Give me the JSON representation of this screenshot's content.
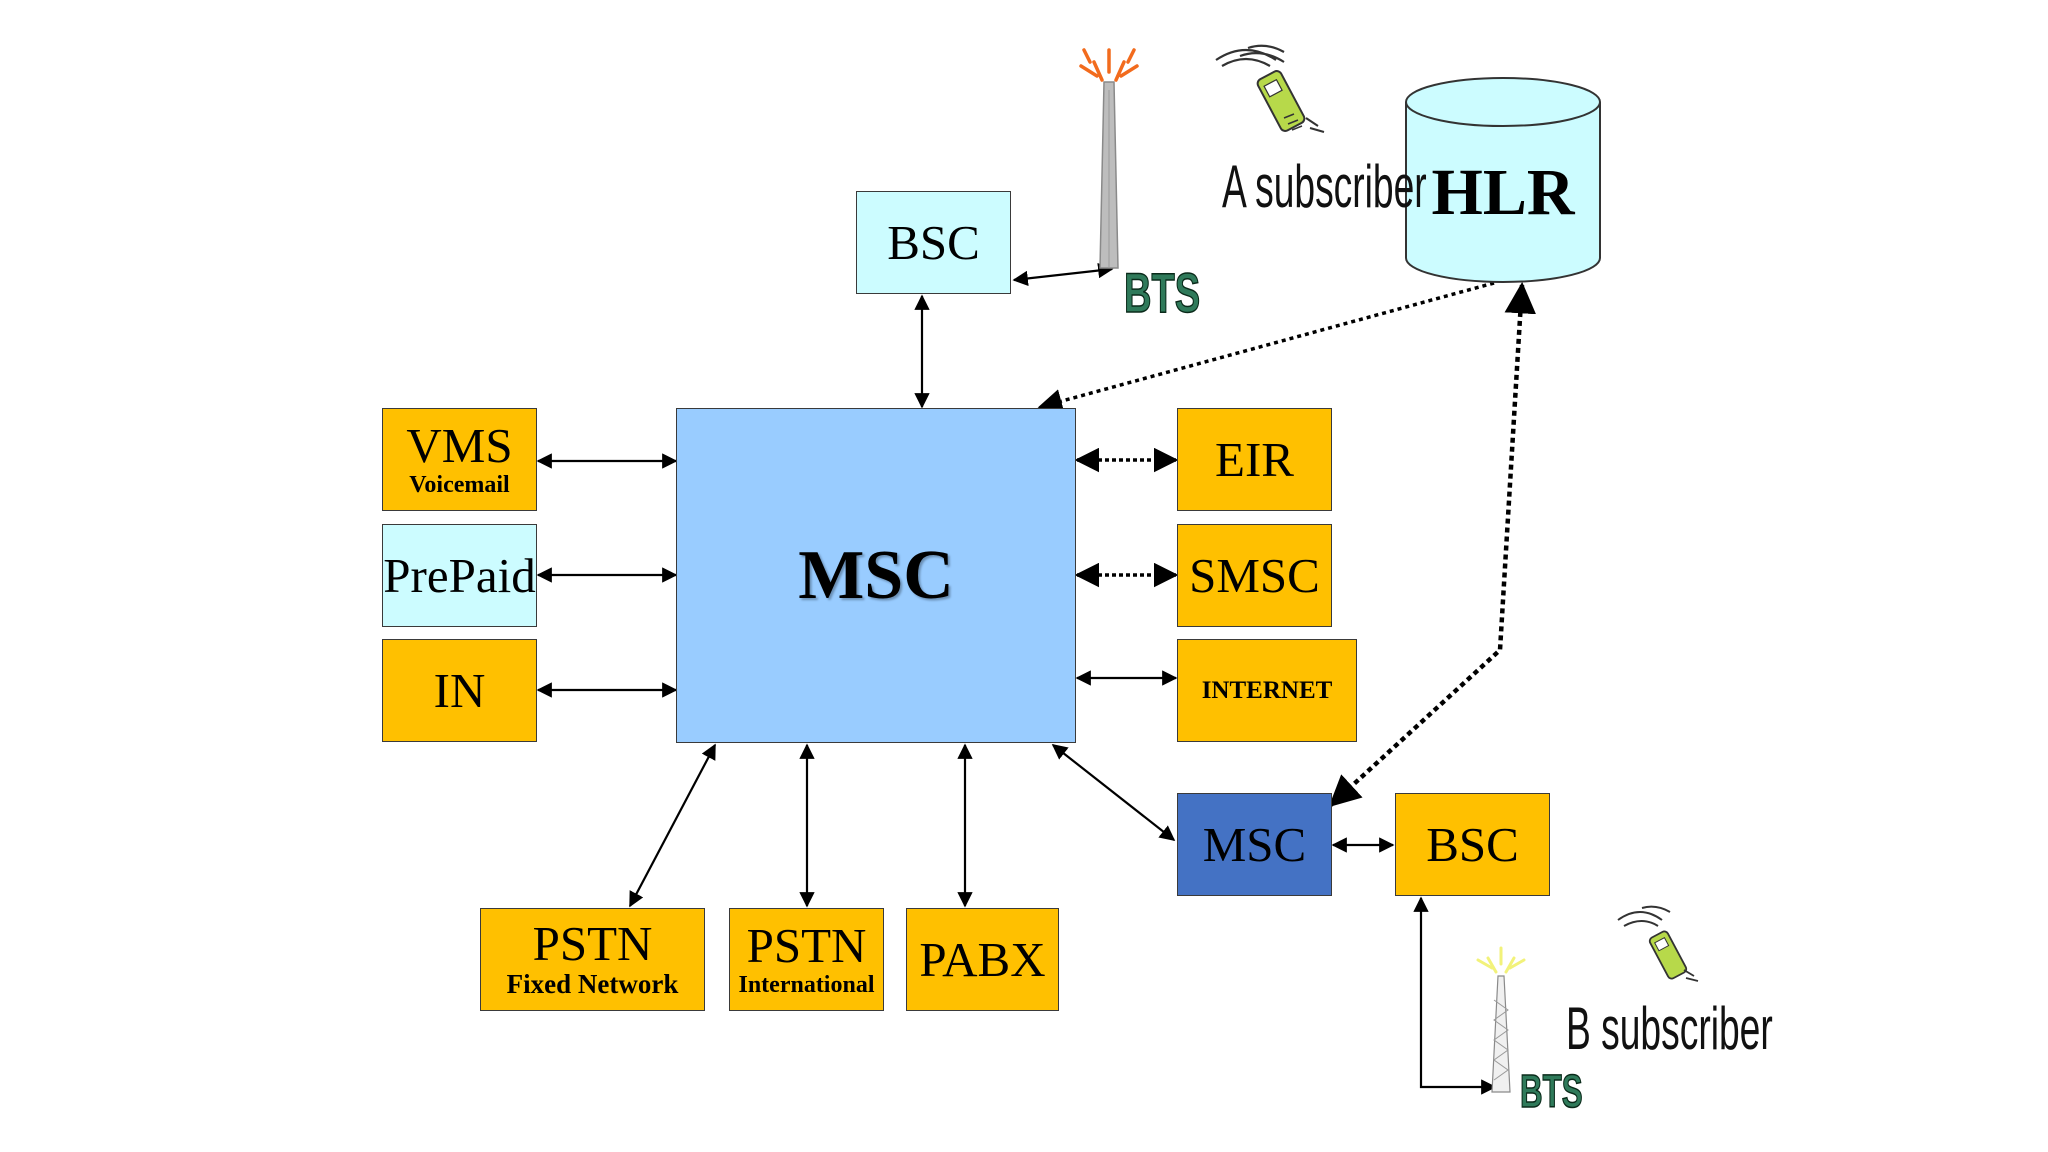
{
  "nodes": {
    "msc_main": "MSC",
    "msc_remote": "MSC",
    "bsc_top": "BSC",
    "bsc_bottom": "BSC",
    "hlr": "HLR",
    "vms": {
      "label": "VMS",
      "sublabel": "Voicemail"
    },
    "prepaid": "PrePaid",
    "in": "IN",
    "eir": "EIR",
    "smsc": "SMSC",
    "internet": "INTERNET",
    "pstn_fixed": {
      "label": "PSTN",
      "sublabel": "Fixed Network"
    },
    "pstn_intl": {
      "label": "PSTN",
      "sublabel": "International"
    },
    "pabx": "PABX"
  },
  "labels": {
    "a_subscriber": "A subscriber",
    "b_subscriber": "B subscriber",
    "bts_top": "BTS",
    "bts_bottom": "BTS"
  },
  "colors": {
    "yellow": "#ffc000",
    "light_cyan": "#ccfcff",
    "light_blue": "#99ccff",
    "dark_blue": "#4472c4",
    "bts_green": "#2f7a5a"
  }
}
